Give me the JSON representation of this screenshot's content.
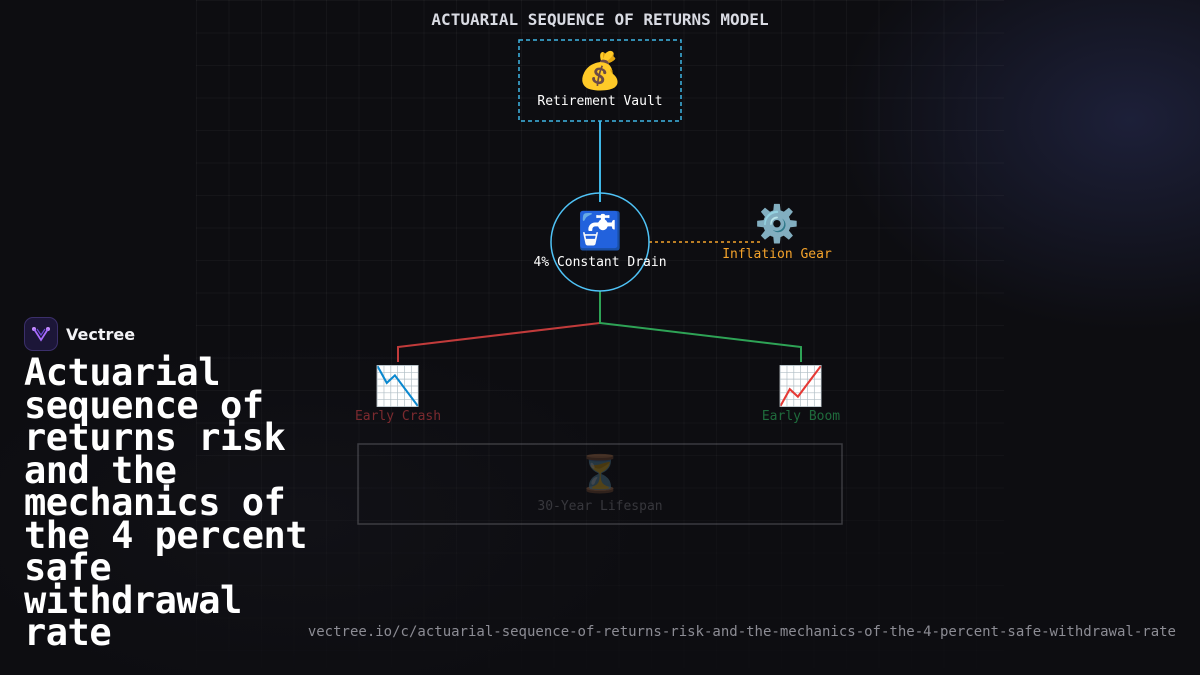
{
  "diagram": {
    "title": "ACTUARIAL SEQUENCE OF RETURNS MODEL",
    "nodes": {
      "vault": {
        "icon": "money-bag-icon",
        "glyph": "💰",
        "label": "Retirement Vault"
      },
      "drain": {
        "icon": "faucet-icon",
        "glyph": "🚰",
        "label": "4% Constant Drain"
      },
      "gear": {
        "icon": "gear-icon",
        "glyph": "⚙️",
        "label": "Inflation Gear"
      },
      "crash": {
        "icon": "chart-decreasing-icon",
        "glyph": "📉",
        "label": "Early Crash"
      },
      "boom": {
        "icon": "chart-increasing-icon",
        "glyph": "📈",
        "label": "Early Boom"
      },
      "lifespan": {
        "icon": "hourglass-icon",
        "glyph": "⏳",
        "label": "30-Year Lifespan"
      }
    },
    "colors": {
      "vault": "#3fb6e6",
      "drain": "#4fc3f7",
      "gear": "#f5a32b",
      "crash": "#c23b3b",
      "boom": "#2ea356"
    }
  },
  "brand": {
    "name": "Vectree"
  },
  "headline": "Actuarial sequence of returns risk and the mechanics of the 4 percent safe withdrawal rate",
  "url": "vectree.io/c/actuarial-sequence-of-returns-risk-and-the-mechanics-of-the-4-percent-safe-withdrawal-rate"
}
